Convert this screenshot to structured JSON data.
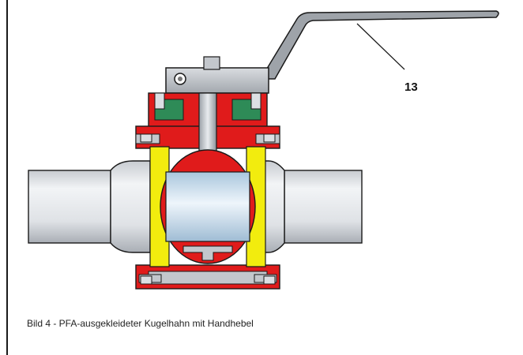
{
  "figure": {
    "callout_label": "13",
    "caption": "Bild 4 - PFA-ausgekleideter Kugelhahn mit Handhebel"
  },
  "colors": {
    "liner_red": "#e01b1b",
    "seat_yellow": "#f2ec0e",
    "metal_gray": "#b8bcc2",
    "metal_light": "#dcdfe3",
    "ball_blue": "#d6e6f2",
    "gland_green": "#2e8b57",
    "outline": "#1a1a1a"
  },
  "icons": [
    "ball-valve-diagram",
    "hand-lever",
    "pipe-left",
    "pipe-right",
    "ball",
    "bolt"
  ]
}
